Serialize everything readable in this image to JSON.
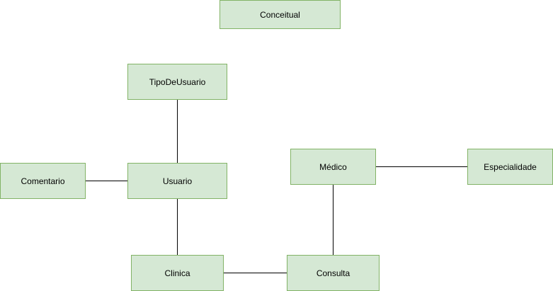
{
  "diagram": {
    "title": "Conceitual",
    "entities": {
      "tipodeusuario": "TipoDeUsuario",
      "comentario": "Comentario",
      "usuario": "Usuario",
      "medico": "Médico",
      "especialidade": "Especialidade",
      "clinica": "Clinica",
      "consulta": "Consulta"
    },
    "relationships": [
      [
        "TipoDeUsuario",
        "Usuario"
      ],
      [
        "Comentario",
        "Usuario"
      ],
      [
        "Usuario",
        "Clinica"
      ],
      [
        "Clinica",
        "Consulta"
      ],
      [
        "Médico",
        "Consulta"
      ],
      [
        "Médico",
        "Especialidade"
      ]
    ],
    "colors": {
      "entity_fill": "#d5e8d4",
      "entity_border": "#82b366",
      "line": "#000000"
    }
  }
}
